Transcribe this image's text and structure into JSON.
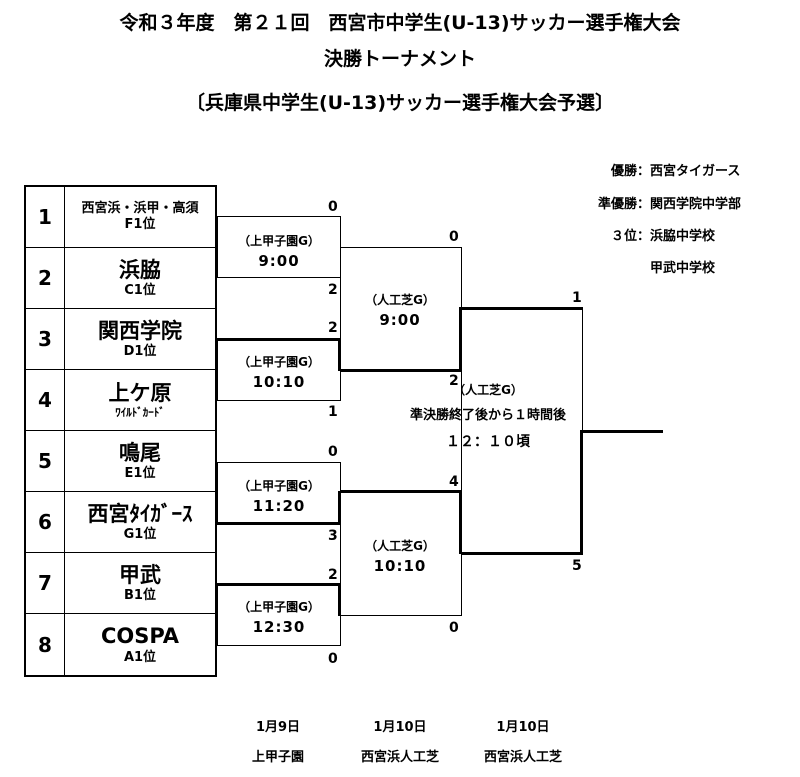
{
  "title": {
    "line1": "令和３年度　第２１回　西宮市中学生(U-13)サッカー選手権大会",
    "line2": "決勝トーナメント",
    "line3": "〔兵庫県中学生(U-13)サッカー選手権大会予選〕"
  },
  "results": {
    "winner_label": "優勝：",
    "winner": "西宮タイガース",
    "runner_up_label": "準優勝：",
    "runner_up": "関西学院中学部",
    "third_label": "３位：",
    "third_1": "浜脇中学校",
    "third_2": "甲武中学校"
  },
  "teams": [
    {
      "num": "1",
      "name": "西宮浜・浜甲・高須",
      "seed": "F1位"
    },
    {
      "num": "2",
      "name": "浜脇",
      "seed": "C1位"
    },
    {
      "num": "3",
      "name": "関西学院",
      "seed": "D1位"
    },
    {
      "num": "4",
      "name": "上ケ原",
      "seed": "ﾜｲﾙﾄﾞｶｰﾄﾞ"
    },
    {
      "num": "5",
      "name": "鳴尾",
      "seed": "E1位"
    },
    {
      "num": "6",
      "name": "西宮ﾀｲｶﾞｰｽ",
      "seed": "G1位"
    },
    {
      "num": "7",
      "name": "甲武",
      "seed": "B1位"
    },
    {
      "num": "8",
      "name": "COSPA",
      "seed": "A1位"
    }
  ],
  "round1": [
    {
      "venue": "（上甲子園G）",
      "time": "9:00",
      "score_top": "0",
      "score_bottom": "2"
    },
    {
      "venue": "（上甲子園G）",
      "time": "10:10",
      "score_top": "2",
      "score_bottom": "1"
    },
    {
      "venue": "（上甲子園G）",
      "time": "11:20",
      "score_top": "0",
      "score_bottom": "3"
    },
    {
      "venue": "（上甲子園G）",
      "time": "12:30",
      "score_top": "2",
      "score_bottom": "0"
    }
  ],
  "semis": [
    {
      "venue": "（人工芝G）",
      "time": "9:00",
      "score_top": "0",
      "score_bottom": "2"
    },
    {
      "venue": "（人工芝G）",
      "time": "10:10",
      "score_top": "4",
      "score_bottom": "0"
    }
  ],
  "final": {
    "venue": "（人工芝G）",
    "note": "準決勝終了後から１時間後",
    "time": "１２：１０頃",
    "score_top": "1",
    "score_bottom": "5"
  },
  "footer": [
    {
      "date": "1月9日",
      "place": "上甲子園"
    },
    {
      "date": "1月10日",
      "place": "西宮浜人工芝"
    },
    {
      "date": "1月10日",
      "place": "西宮浜人工芝"
    }
  ]
}
